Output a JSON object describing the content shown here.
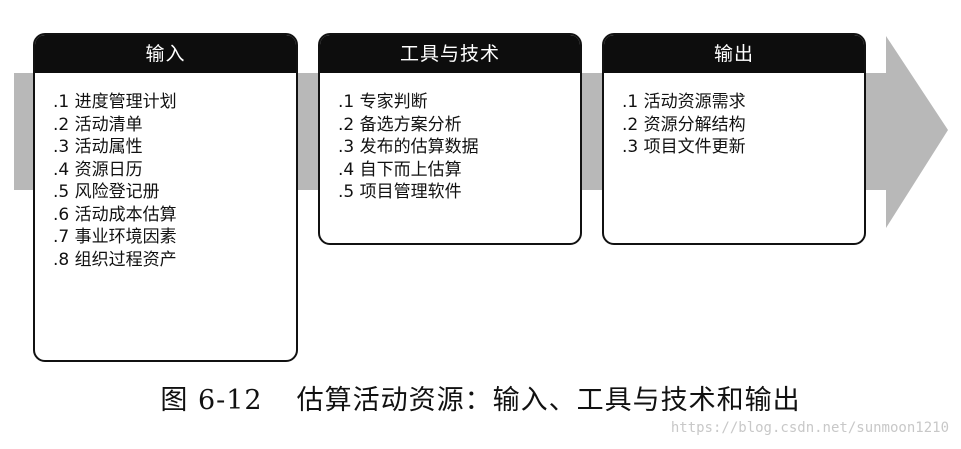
{
  "diagram": {
    "colors": {
      "header_bg": "#0d0d0d",
      "header_text": "#ffffff",
      "arrow": "#b8b8b8",
      "border": "#111111"
    },
    "boxes": [
      {
        "id": "inputs",
        "title": "输入",
        "items": [
          ".1 进度管理计划",
          ".2 活动清单",
          ".3 活动属性",
          ".4 资源日历",
          ".5 风险登记册",
          ".6 活动成本估算",
          ".7 事业环境因素",
          ".8 组织过程资产"
        ]
      },
      {
        "id": "tools",
        "title": "工具与技术",
        "items": [
          ".1 专家判断",
          ".2 备选方案分析",
          ".3 发布的估算数据",
          ".4 自下而上估算",
          ".5 项目管理软件"
        ]
      },
      {
        "id": "outputs",
        "title": "输出",
        "items": [
          ".1 活动资源需求",
          ".2 资源分解结构",
          ".3 项目文件更新"
        ]
      }
    ]
  },
  "caption": {
    "figure_number": "图 6-12",
    "title": "估算活动资源：输入、工具与技术和输出"
  },
  "watermark": "https://blog.csdn.net/sunmoon1210"
}
